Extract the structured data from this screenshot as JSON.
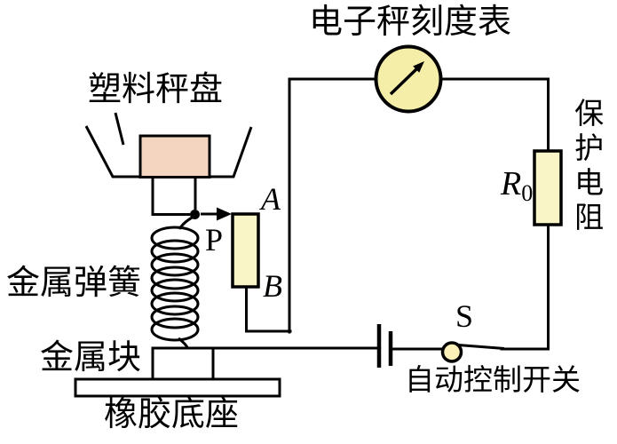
{
  "title": "电子秤刻度表",
  "labels": {
    "plastic_pan": "塑料秤盘",
    "metal_spring": "金属弹簧",
    "metal_block": "金属块",
    "rubber_base": "橡胶底座",
    "protective_resistor": "保护电阻",
    "auto_switch": "自动控制开关",
    "switch": "S",
    "slider": "P",
    "terminal_a": "A",
    "terminal_b": "B",
    "resistor_symbol": "R",
    "resistor_subscript": "0"
  },
  "colors": {
    "wire": "#000000",
    "meter_fill": "#F5EEA8",
    "strip_fill": "#FAF5C6",
    "protect_resistor_fill": "#FAF5C6",
    "switch_fill": "#FAF0B8",
    "weight_fill": "#F4D5C0",
    "background": "#FFFFFF"
  }
}
